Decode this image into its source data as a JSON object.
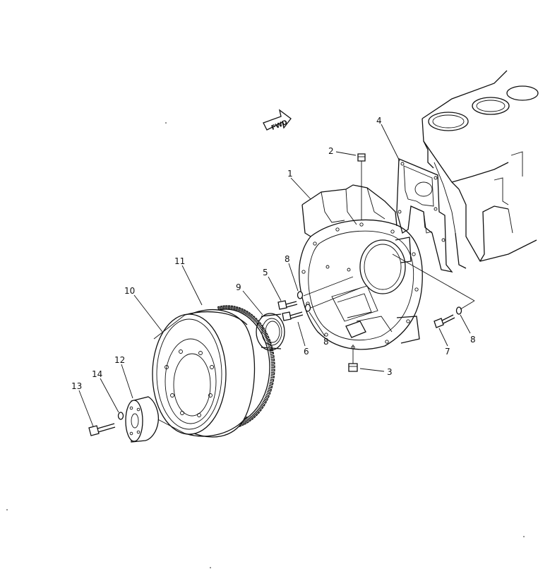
{
  "diagram": {
    "fwd_label": "FWD",
    "callouts": [
      {
        "id": "1",
        "part": "flywheel-housing"
      },
      {
        "id": "2",
        "part": "plug-top"
      },
      {
        "id": "3",
        "part": "plug-bottom"
      },
      {
        "id": "4",
        "part": "gasket"
      },
      {
        "id": "5",
        "part": "bolt"
      },
      {
        "id": "6",
        "part": "bolt"
      },
      {
        "id": "7",
        "part": "bolt"
      },
      {
        "id": "8",
        "part": "washer"
      },
      {
        "id": "8",
        "part": "washer"
      },
      {
        "id": "8",
        "part": "washer"
      },
      {
        "id": "9",
        "part": "oil-seal"
      },
      {
        "id": "10",
        "part": "flywheel"
      },
      {
        "id": "11",
        "part": "ring-gear"
      },
      {
        "id": "12",
        "part": "adapter-hub"
      },
      {
        "id": "13",
        "part": "bolt"
      },
      {
        "id": "14",
        "part": "washer"
      }
    ]
  }
}
